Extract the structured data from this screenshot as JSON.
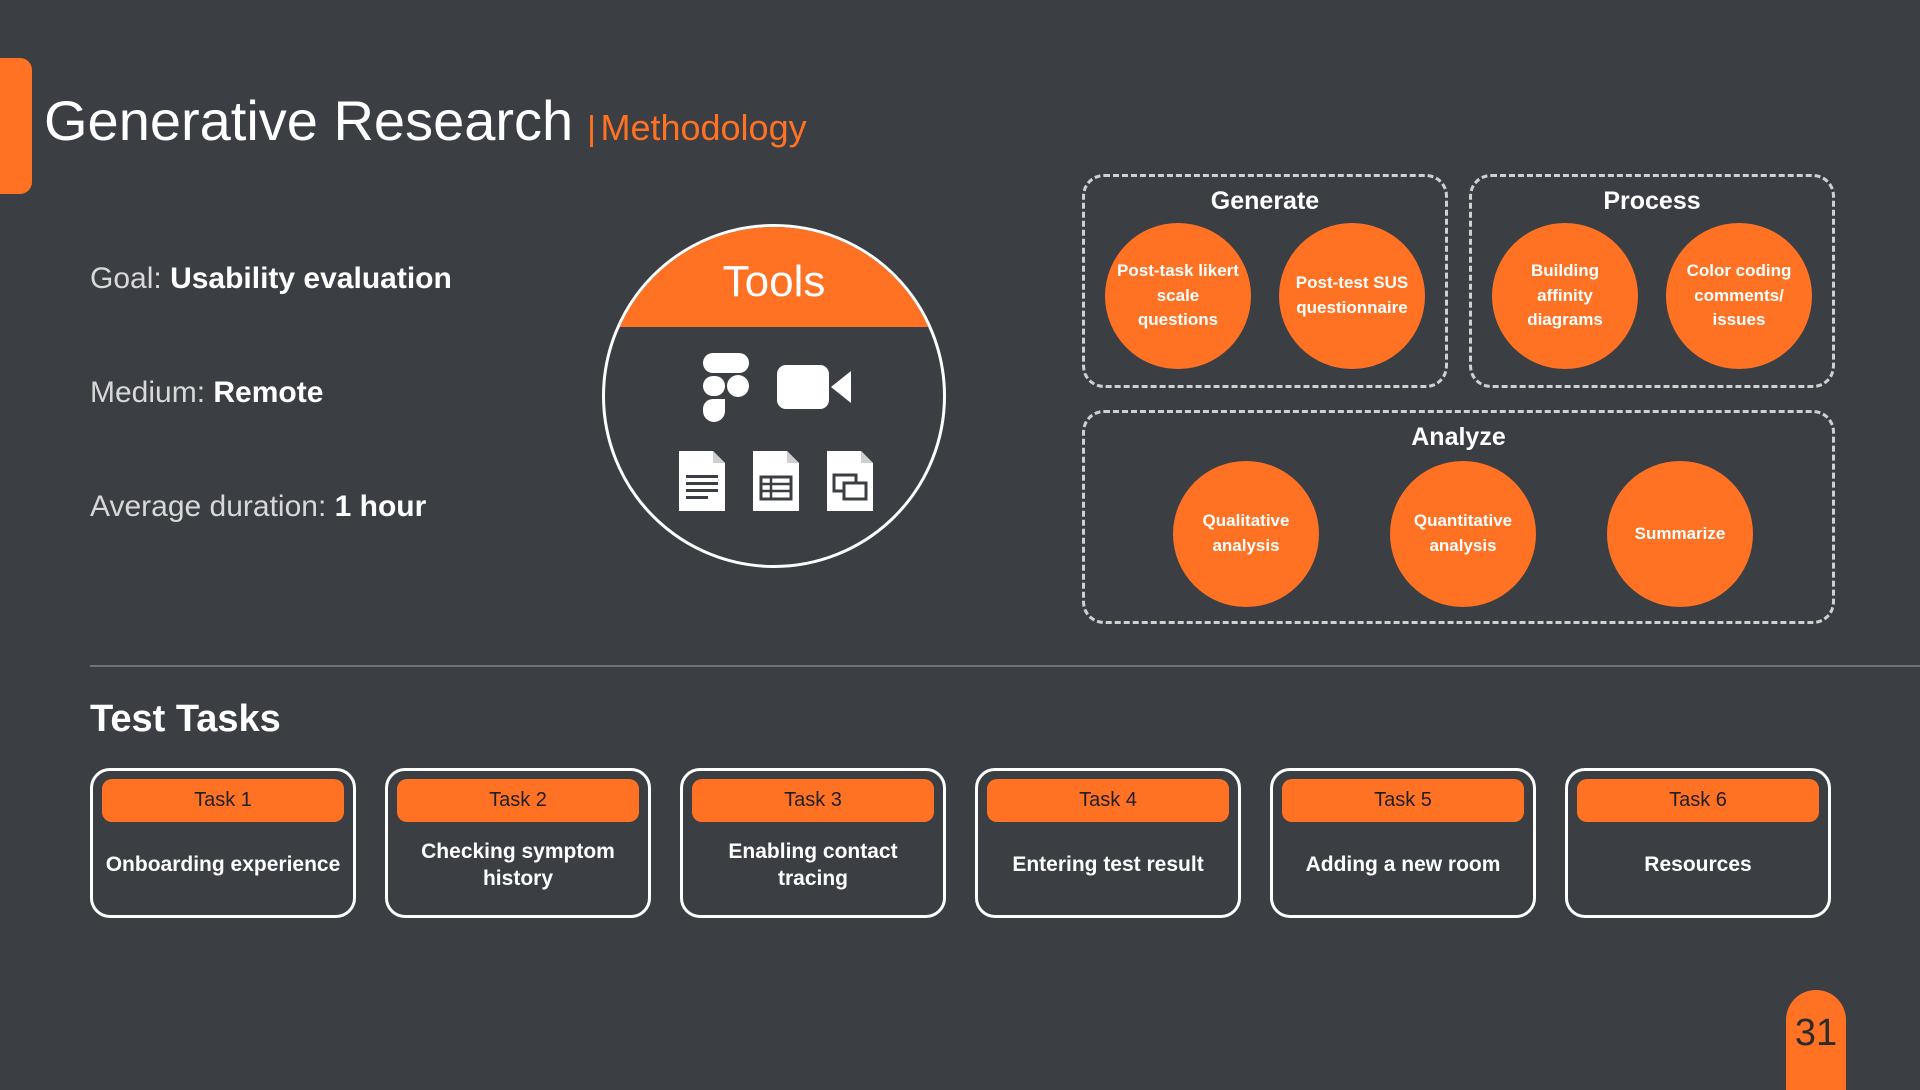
{
  "header": {
    "title": "Generative Research",
    "separator": "|",
    "subtitle": "Methodology"
  },
  "facts": [
    {
      "label": "Goal:",
      "value": "Usability evaluation"
    },
    {
      "label": "Medium:",
      "value": "Remote"
    },
    {
      "label": "Average duration:",
      "value": "1 hour"
    }
  ],
  "tools": {
    "title": "Tools",
    "icons": [
      "figma-icon",
      "video-camera-icon",
      "document-icon",
      "spreadsheet-icon",
      "slides-icon"
    ]
  },
  "workflow": {
    "generate": {
      "title": "Generate",
      "items": [
        "Post-task likert scale questions",
        "Post-test SUS questionnaire"
      ]
    },
    "process": {
      "title": "Process",
      "items": [
        "Building affinity diagrams",
        "Color coding comments/ issues"
      ]
    },
    "analyze": {
      "title": "Analyze",
      "items": [
        "Qualitative analysis",
        "Quantitative analysis",
        "Summarize"
      ]
    }
  },
  "test_tasks": {
    "title": "Test Tasks",
    "tasks": [
      {
        "tag": "Task 1",
        "desc": "Onboarding experience"
      },
      {
        "tag": "Task 2",
        "desc": "Checking symptom history"
      },
      {
        "tag": "Task 3",
        "desc": "Enabling contact tracing"
      },
      {
        "tag": "Task 4",
        "desc": "Entering test result"
      },
      {
        "tag": "Task 5",
        "desc": "Adding a new room"
      },
      {
        "tag": "Task 6",
        "desc": "Resources"
      }
    ]
  },
  "page_number": "31",
  "colors": {
    "accent": "#ff7224",
    "background": "#3b3f43",
    "text": "#ffffff"
  }
}
